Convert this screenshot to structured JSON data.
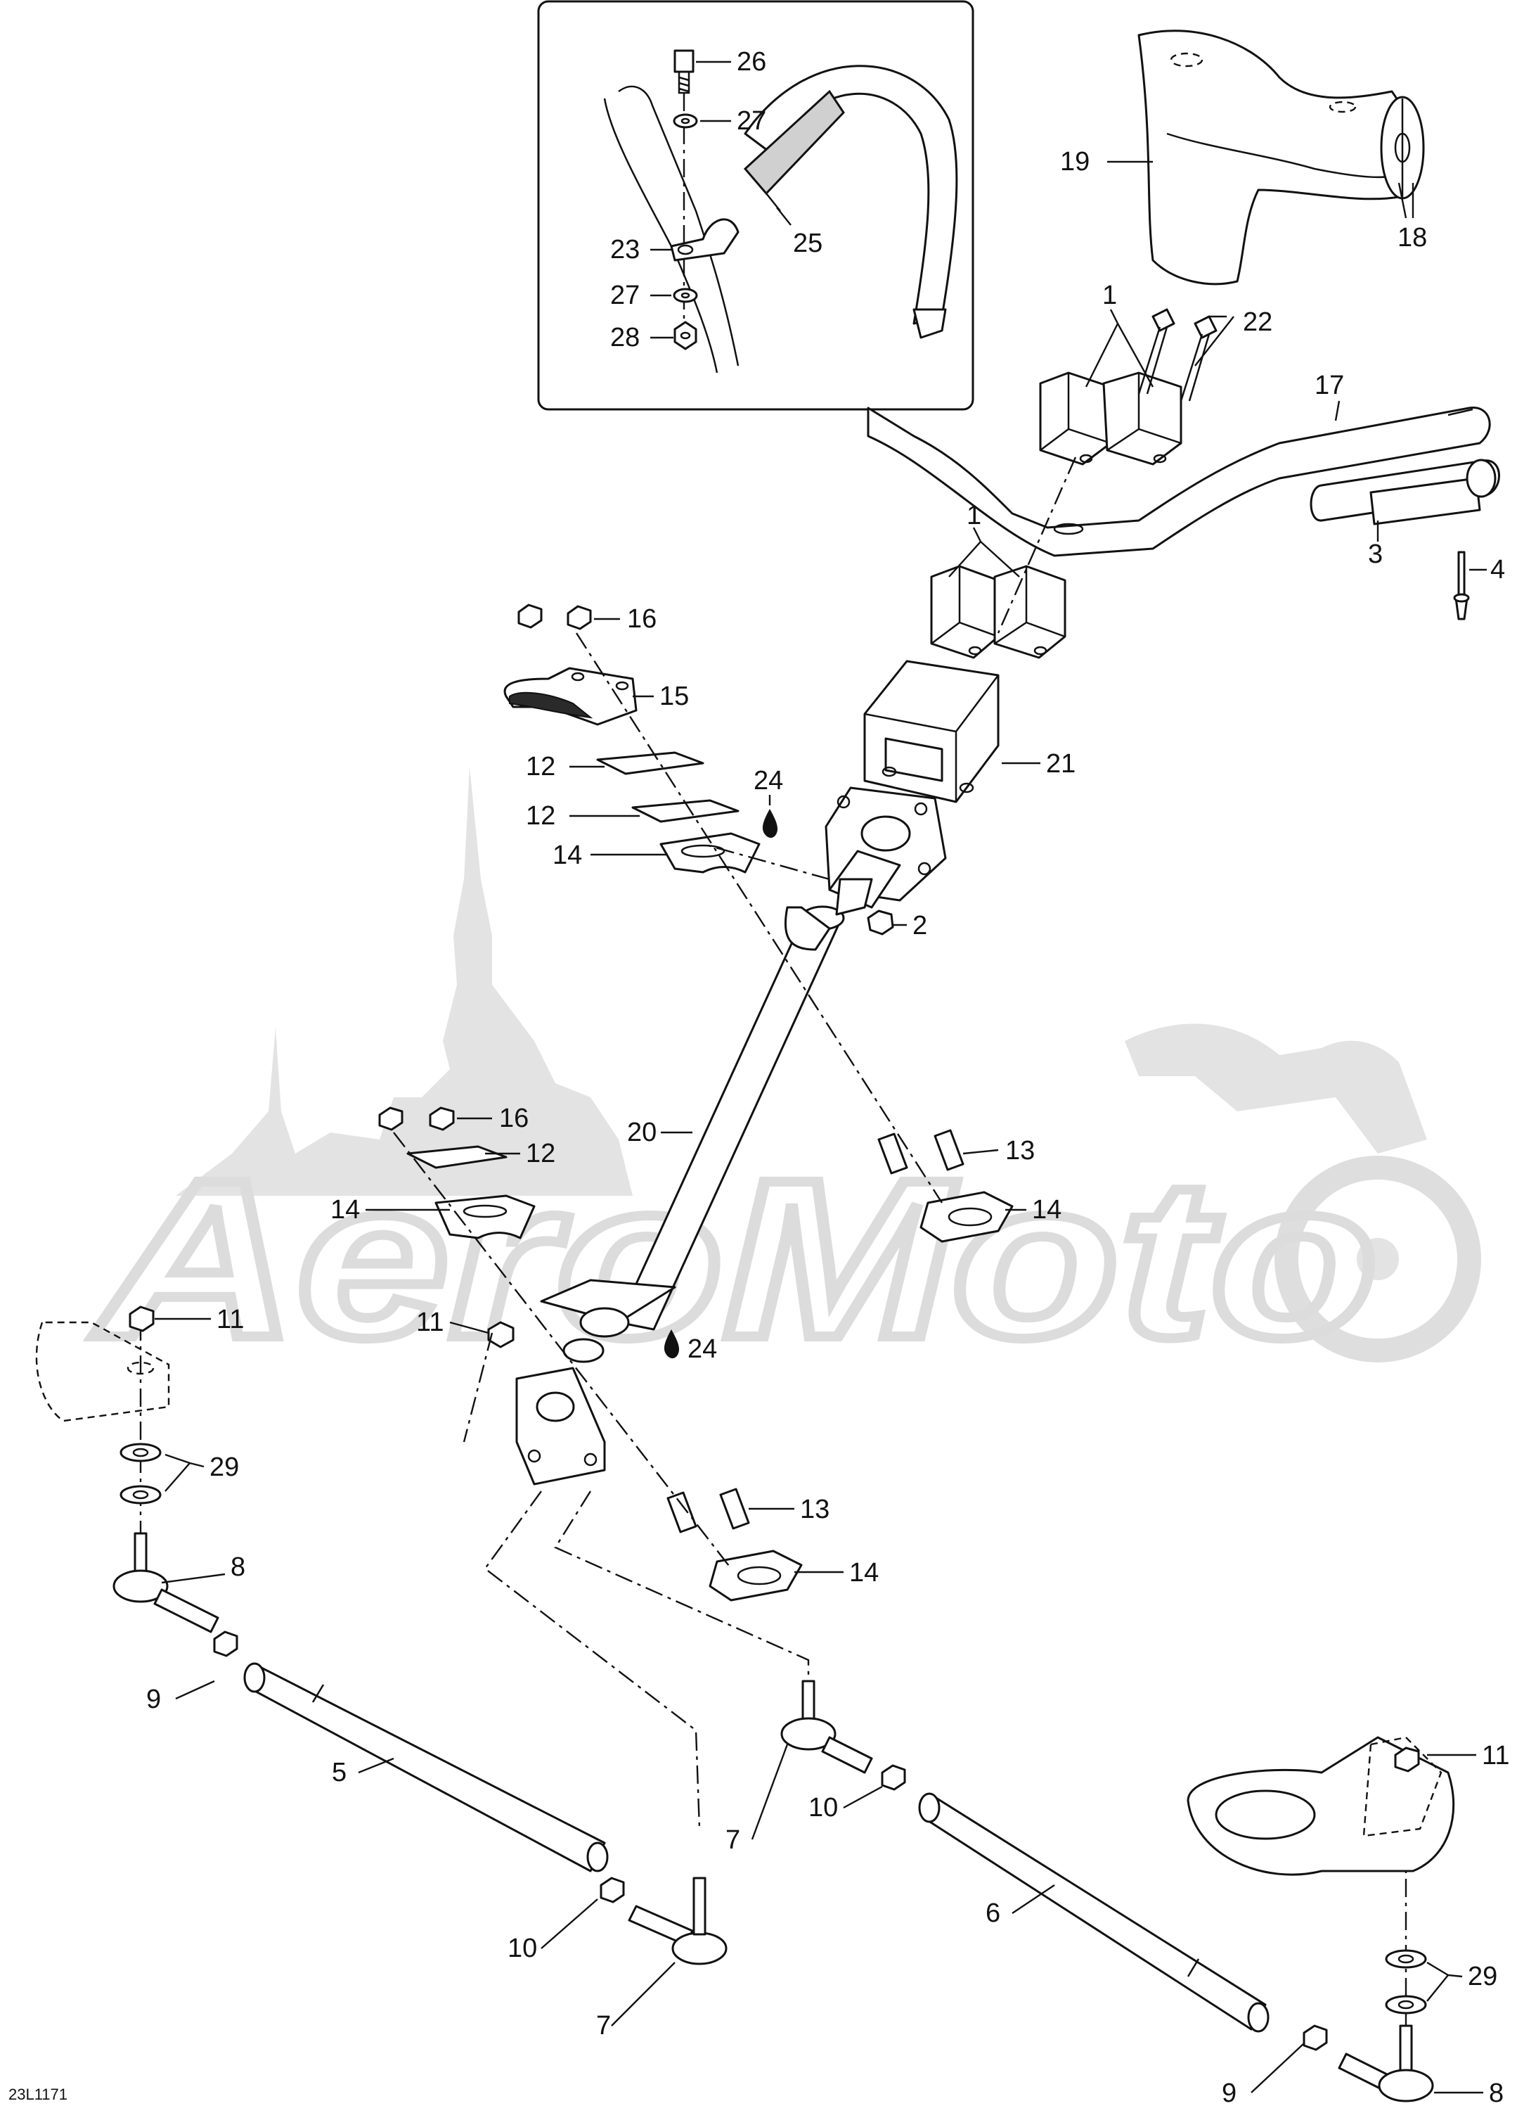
{
  "diagram_code": "23L1171",
  "callouts": [
    {
      "id": "1",
      "text": "1"
    },
    {
      "id": "1b",
      "text": "1"
    },
    {
      "id": "2",
      "text": "2"
    },
    {
      "id": "3",
      "text": "3"
    },
    {
      "id": "4",
      "text": "4"
    },
    {
      "id": "5",
      "text": "5"
    },
    {
      "id": "6",
      "text": "6"
    },
    {
      "id": "7a",
      "text": "7"
    },
    {
      "id": "7b",
      "text": "7"
    },
    {
      "id": "8a",
      "text": "8"
    },
    {
      "id": "8b",
      "text": "8"
    },
    {
      "id": "9a",
      "text": "9"
    },
    {
      "id": "9b",
      "text": "9"
    },
    {
      "id": "10a",
      "text": "10"
    },
    {
      "id": "10b",
      "text": "10"
    },
    {
      "id": "11a",
      "text": "11"
    },
    {
      "id": "11b",
      "text": "11"
    },
    {
      "id": "11c",
      "text": "11"
    },
    {
      "id": "12a",
      "text": "12"
    },
    {
      "id": "12b",
      "text": "12"
    },
    {
      "id": "12c",
      "text": "12"
    },
    {
      "id": "13a",
      "text": "13"
    },
    {
      "id": "13b",
      "text": "13"
    },
    {
      "id": "14a",
      "text": "14"
    },
    {
      "id": "14b",
      "text": "14"
    },
    {
      "id": "14c",
      "text": "14"
    },
    {
      "id": "14d",
      "text": "14"
    },
    {
      "id": "15",
      "text": "15"
    },
    {
      "id": "16a",
      "text": "16"
    },
    {
      "id": "16b",
      "text": "16"
    },
    {
      "id": "17",
      "text": "17"
    },
    {
      "id": "18",
      "text": "18"
    },
    {
      "id": "19",
      "text": "19"
    },
    {
      "id": "20",
      "text": "20"
    },
    {
      "id": "21",
      "text": "21"
    },
    {
      "id": "22",
      "text": "22"
    },
    {
      "id": "23",
      "text": "23"
    },
    {
      "id": "24a",
      "text": "24"
    },
    {
      "id": "24b",
      "text": "24"
    },
    {
      "id": "25",
      "text": "25"
    },
    {
      "id": "26",
      "text": "26"
    },
    {
      "id": "27a",
      "text": "27"
    },
    {
      "id": "27b",
      "text": "27"
    },
    {
      "id": "28",
      "text": "28"
    },
    {
      "id": "29a",
      "text": "29"
    },
    {
      "id": "29b",
      "text": "29"
    }
  ],
  "icons": [
    "lubricant-drop-icon"
  ]
}
